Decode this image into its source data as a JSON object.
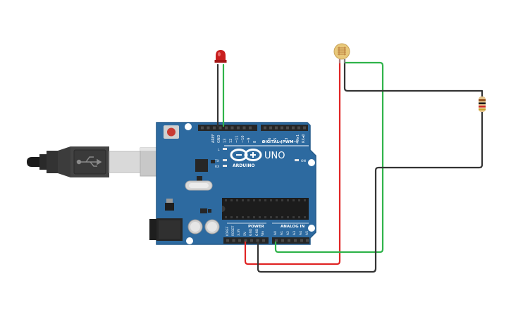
{
  "board": {
    "brand": "ARDUINO",
    "model": "UNO",
    "digital_header_label": "DIGITAL (PWM~)",
    "power_label": "POWER",
    "analog_label": "ANALOG IN",
    "led_l": "L",
    "led_tx": "TX",
    "led_rx": "RX",
    "led_on": "ON",
    "digital_pins": [
      "AREF",
      "GND",
      "13",
      "12",
      "~11",
      "~10",
      "~9",
      "8",
      "7",
      "~6",
      "~5",
      "4",
      "~3",
      "2",
      "TX▸1",
      "RX◂0"
    ],
    "power_pins": [
      "IOREF",
      "RESET",
      "3.3V",
      "5V",
      "GND",
      "GND",
      "Vin"
    ],
    "analog_pins": [
      "A0",
      "A1",
      "A2",
      "A3",
      "A4",
      "A5"
    ]
  },
  "colors": {
    "board": "#2d6aa0",
    "board_edge": "#245a8a",
    "wire_green": "#2fb34a",
    "wire_red": "#e02424",
    "wire_black": "#333333",
    "led_red": "#c81e1e"
  },
  "components": {
    "led": "led-icon",
    "photoresistor": "photoresistor-icon",
    "resistor": "resistor-icon",
    "usb_cable": "usb-cable-icon"
  }
}
